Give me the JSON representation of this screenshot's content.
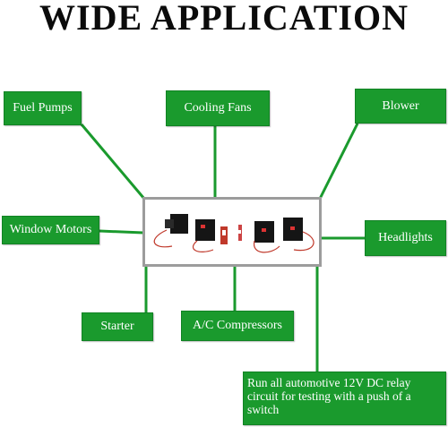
{
  "title": "WIDE APPLICATION",
  "center": {
    "image": "relay-modules-icon"
  },
  "applications": {
    "fuel_pumps": "Fuel Pumps",
    "cooling_fans": "Cooling Fans",
    "blower": "Blower",
    "window_motors": "Window Motors",
    "headlights": "Headlights",
    "starter": "Starter",
    "ac_compressors": "A/C Compressors",
    "note": "Run all automotive 12V DC relay circuit for testing with a push of a switch"
  },
  "colors": {
    "box": "#1a9a2d",
    "line": "#1a9a2d",
    "frame": "#9c9c9c"
  }
}
